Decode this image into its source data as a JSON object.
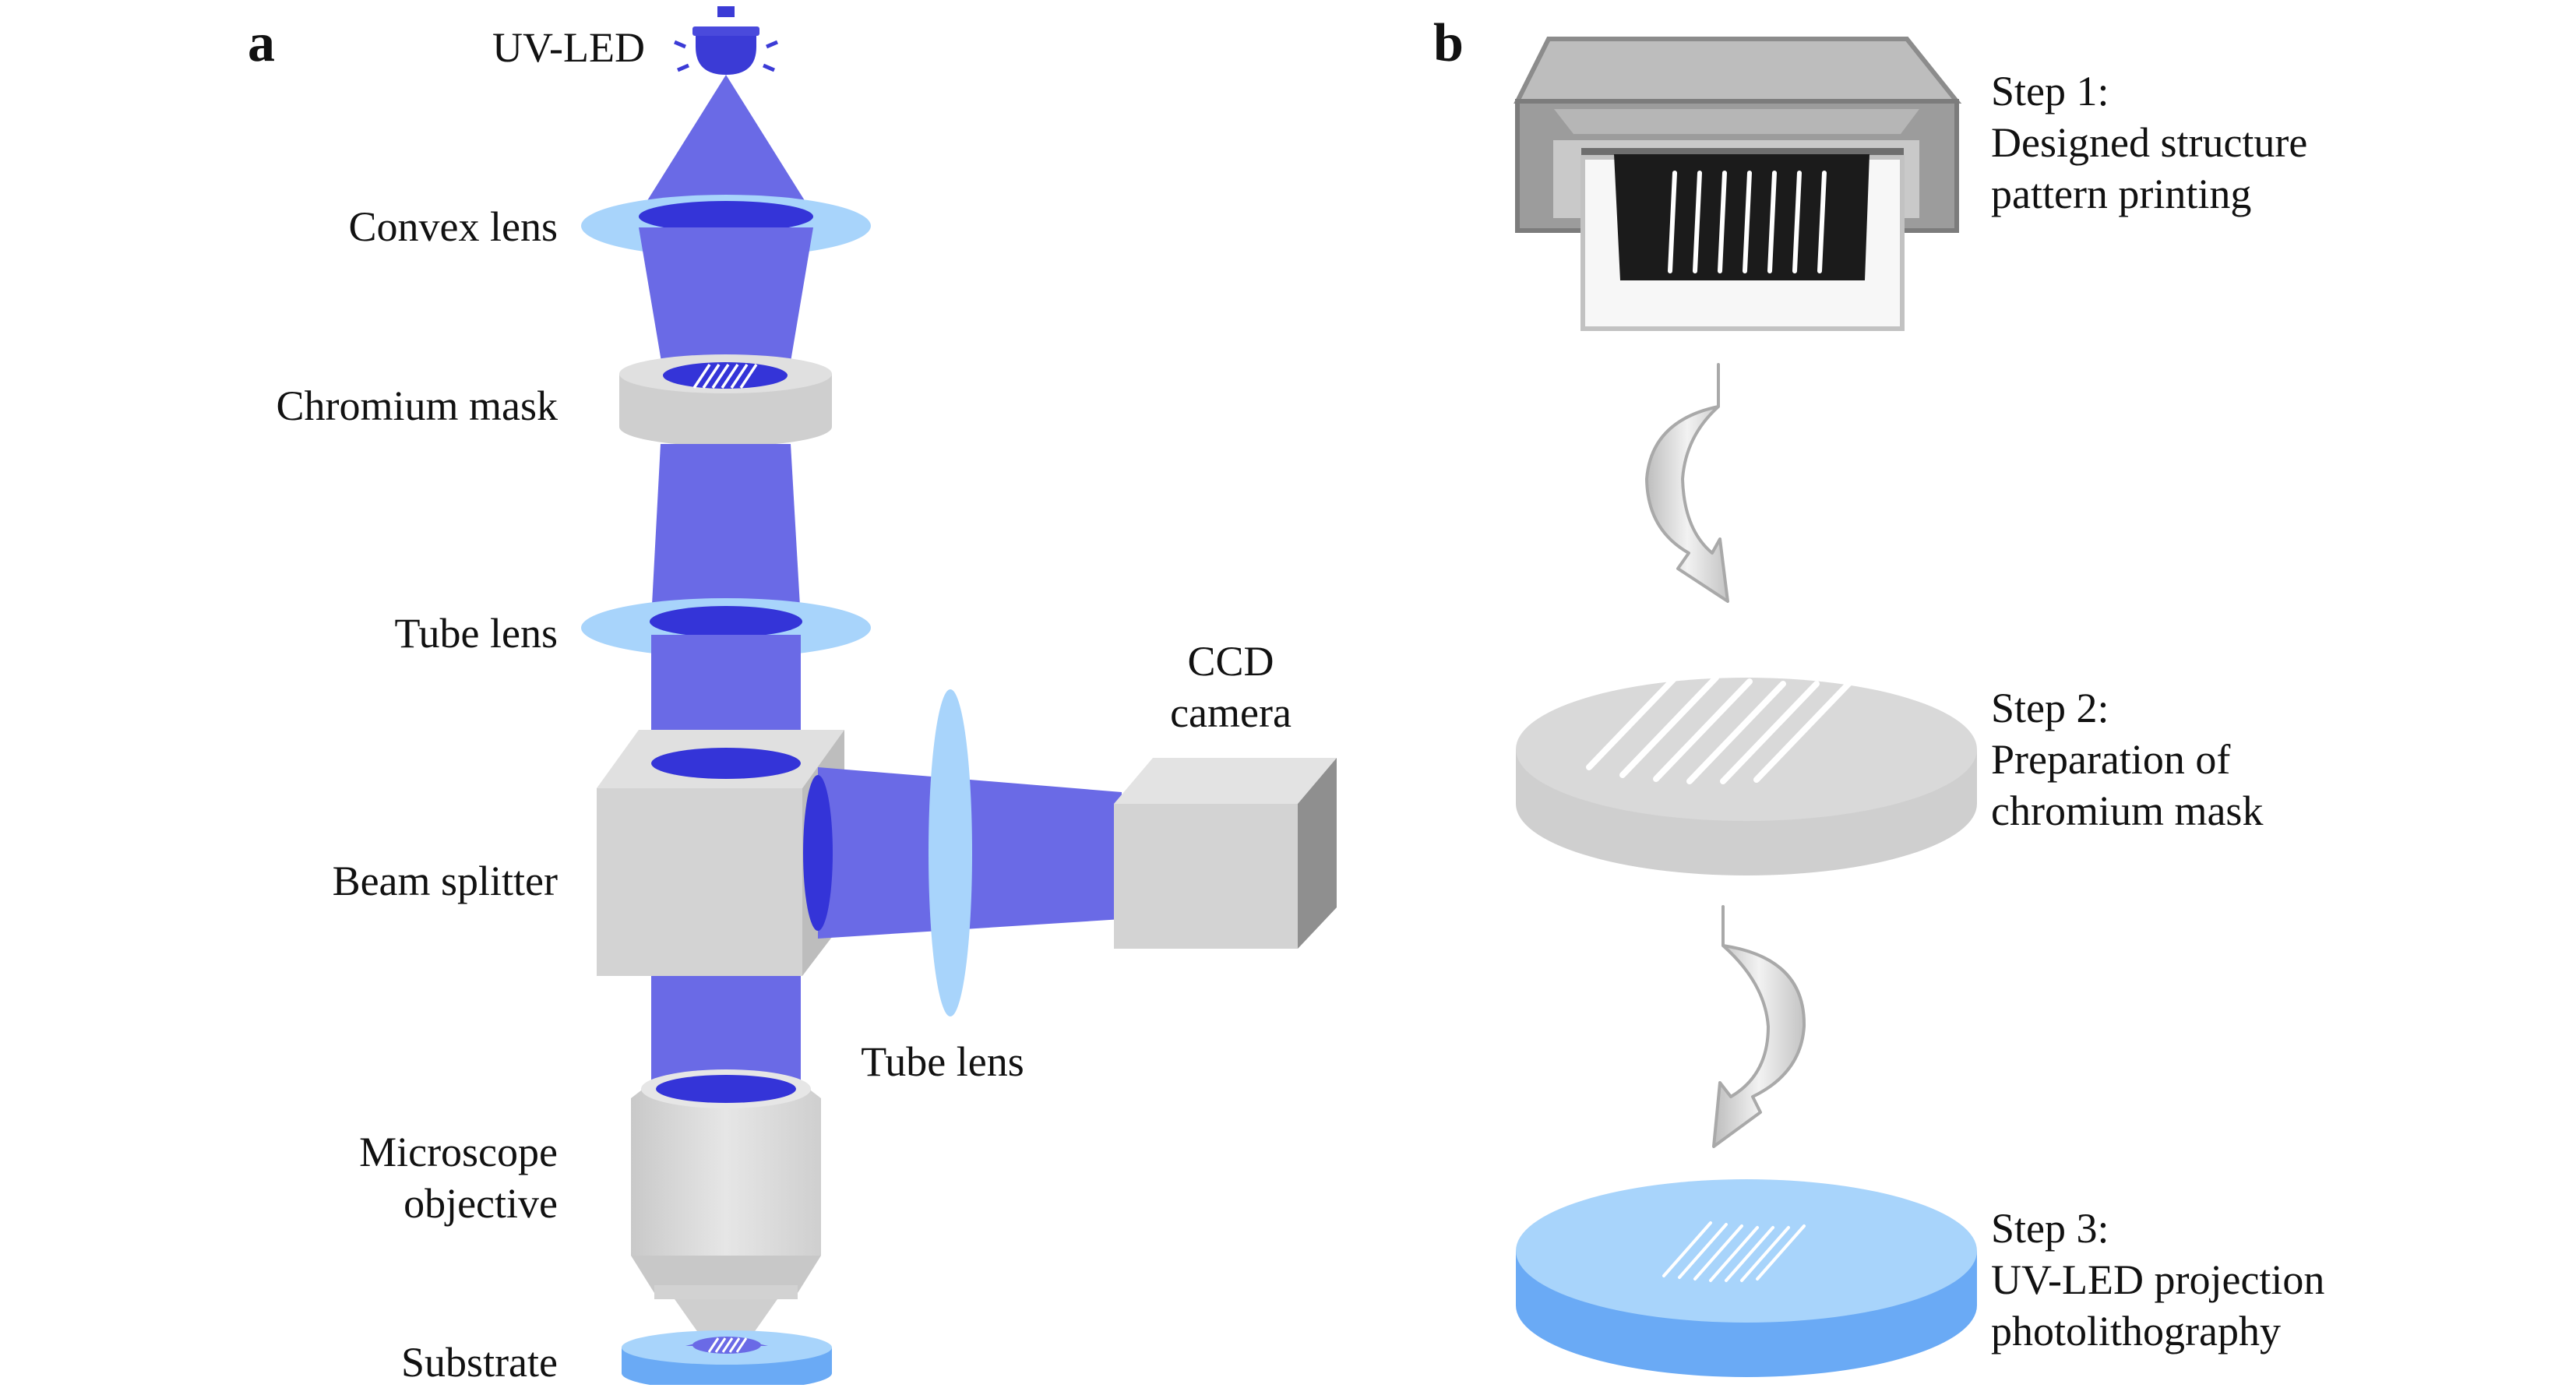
{
  "panel_a": {
    "letter": "a",
    "labels": {
      "uv_led": "UV-LED",
      "convex_lens": "Convex lens",
      "chromium_mask": "Chromium mask",
      "tube_lens_vertical": "Tube lens",
      "beam_splitter": "Beam splitter",
      "microscope_objective_line1": "Microscope",
      "microscope_objective_line2": "objective",
      "substrate": "Substrate",
      "tube_lens_horizontal": "Tube lens",
      "ccd_camera_line1": "CCD",
      "ccd_camera_line2": "camera"
    }
  },
  "panel_b": {
    "letter": "b",
    "steps": [
      {
        "title": "Step 1:",
        "line1": "Designed structure",
        "line2": "pattern printing"
      },
      {
        "title": "Step 2:",
        "line1": "Preparation of",
        "line2": "chromium mask"
      },
      {
        "title": "Step 3:",
        "line1": "UV-LED projection",
        "line2": "photolithography"
      }
    ]
  },
  "colors": {
    "beam": "#6a6ae6",
    "lens": "#a8d4fb",
    "lens_dark": "#3232d8",
    "component_gray": "#d6d6d6",
    "substrate_blue": "#6aaaf5"
  }
}
